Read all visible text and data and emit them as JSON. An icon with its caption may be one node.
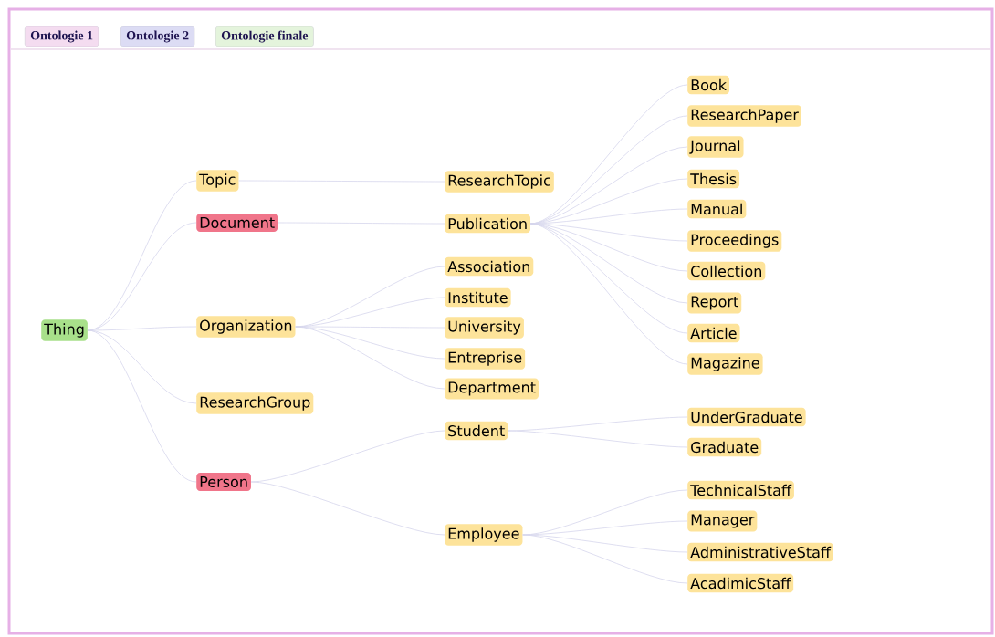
{
  "diagram": {
    "nodes": [
      {
        "text": [
          "Ontologie 1"
        ]
      },
      {
        "text": [
          "Ontologie 2"
        ]
      },
      {
        "text": [
          "Ontologie finale"
        ]
      },
      {
        "text": [
          "Thing"
        ]
      },
      {
        "text": [
          "Topic"
        ]
      },
      {
        "text": [
          "Document"
        ]
      },
      {
        "text": [
          "Organization"
        ]
      },
      {
        "text": [
          "ResearchGroup"
        ]
      },
      {
        "text": [
          "Person"
        ]
      },
      {
        "text": [
          "ResearchTopic"
        ]
      },
      {
        "text": [
          "Publication"
        ]
      },
      {
        "text": [
          "Association"
        ]
      },
      {
        "text": [
          "Institute"
        ]
      },
      {
        "text": [
          "University"
        ]
      },
      {
        "text": [
          "Entreprise"
        ]
      },
      {
        "text": [
          "Department"
        ]
      },
      {
        "text": [
          "Student"
        ]
      },
      {
        "text": [
          "Employee"
        ]
      },
      {
        "text": [
          "Book"
        ]
      },
      {
        "text": [
          "ResearchPaper"
        ]
      },
      {
        "text": [
          "Journal"
        ]
      },
      {
        "text": [
          "Thesis"
        ]
      },
      {
        "text": [
          "Manual"
        ]
      },
      {
        "text": [
          "Proceedings"
        ]
      },
      {
        "text": [
          "Collection"
        ]
      },
      {
        "text": [
          "Report"
        ]
      },
      {
        "text": [
          "Article"
        ]
      },
      {
        "text": [
          "Magazine"
        ]
      },
      {
        "text": [
          "UnderGraduate"
        ]
      },
      {
        "text": [
          "Graduate"
        ]
      },
      {
        "text": [
          "TechnicalStaff"
        ]
      },
      {
        "text": [
          "Manager"
        ]
      },
      {
        "text": [
          "AdministrativeStaff"
        ]
      },
      {
        "text": [
          "AcadimicStaff"
        ]
      }
    ],
    "edges": [
      {
        "from": 3,
        "to": 4,
        "arrow": "none"
      },
      {
        "from": 3,
        "to": 5,
        "arrow": "none"
      },
      {
        "from": 3,
        "to": 6,
        "arrow": "none"
      },
      {
        "from": 3,
        "to": 7,
        "arrow": "none"
      },
      {
        "from": 3,
        "to": 8,
        "arrow": "none"
      },
      {
        "from": 4,
        "to": 9,
        "arrow": "none"
      },
      {
        "from": 5,
        "to": 10,
        "arrow": "none"
      },
      {
        "from": 6,
        "to": 11,
        "arrow": "none"
      },
      {
        "from": 6,
        "to": 12,
        "arrow": "none"
      },
      {
        "from": 6,
        "to": 13,
        "arrow": "none"
      },
      {
        "from": 6,
        "to": 14,
        "arrow": "none"
      },
      {
        "from": 6,
        "to": 15,
        "arrow": "none"
      },
      {
        "from": 8,
        "to": 16,
        "arrow": "none"
      },
      {
        "from": 8,
        "to": 17,
        "arrow": "none"
      },
      {
        "from": 10,
        "to": 18,
        "arrow": "none"
      },
      {
        "from": 10,
        "to": 19,
        "arrow": "none"
      },
      {
        "from": 10,
        "to": 20,
        "arrow": "none"
      },
      {
        "from": 10,
        "to": 21,
        "arrow": "none"
      },
      {
        "from": 10,
        "to": 22,
        "arrow": "none"
      },
      {
        "from": 10,
        "to": 23,
        "arrow": "none"
      },
      {
        "from": 10,
        "to": 24,
        "arrow": "none"
      },
      {
        "from": 10,
        "to": 25,
        "arrow": "none"
      },
      {
        "from": 10,
        "to": 26,
        "arrow": "none"
      },
      {
        "from": 10,
        "to": 27,
        "arrow": "none"
      },
      {
        "from": 16,
        "to": 28,
        "arrow": "none"
      },
      {
        "from": 16,
        "to": 29,
        "arrow": "none"
      },
      {
        "from": 17,
        "to": 30,
        "arrow": "none"
      },
      {
        "from": 17,
        "to": 31,
        "arrow": "none"
      },
      {
        "from": 17,
        "to": 32,
        "arrow": "none"
      },
      {
        "from": 17,
        "to": 33,
        "arrow": "none"
      }
    ]
  }
}
